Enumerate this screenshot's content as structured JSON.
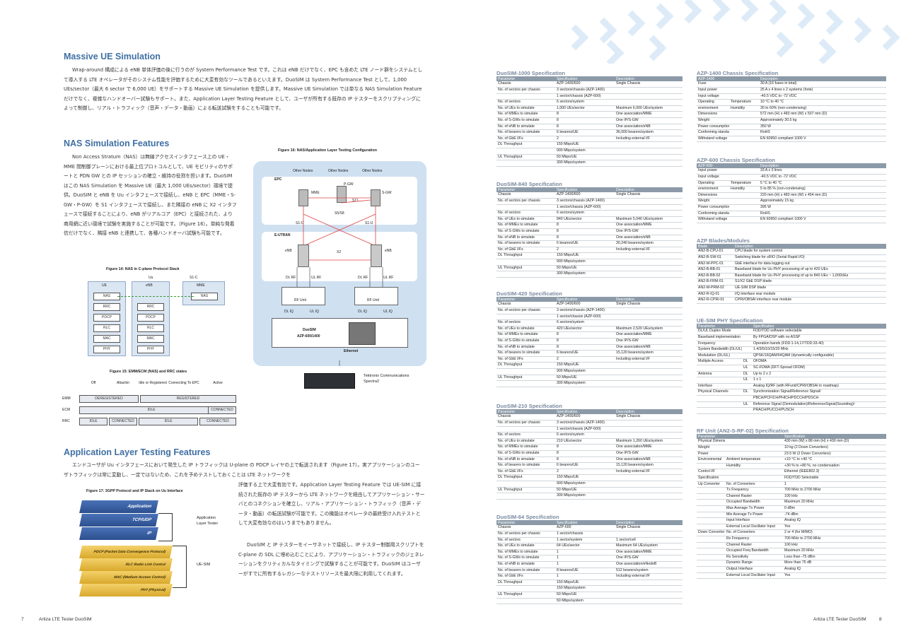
{
  "sections": {
    "massive": {
      "title": "Massive UE Simulation",
      "body": "Wrap-around 構成による eNB 単体評価の後に行うのが System Performance Test です。これは eNB だけでなく、EPC も含めた LTE ノード群をシステムとして導入する LTE オペレータがそのシステム性能を評価するために大変有効なツールであるといえます。DuoSIM は System Performance Test として、1,000 UEs/sector（最大 6 sector で 6,000 UE）をサポートする Massive UE Simulation を提供します。Massive UE Simulation では単なる NAS Simulation Feature だけでなく、複雑なハンドオーバー試験もサポート。また、Application Layer Testing Feature として、ユーザが所有する既存の IP テスターをスクリプティングによって制御し、リアル・トラフィック（音声・データ・動画）による転送試験をすることも可能です。"
    },
    "nas": {
      "title": "NAS Simulation Features",
      "body": "Non Access Stratum（NAS）は無線アクセスインタフェース上の UE・MME 間制御プレーンにおける最上位プロトコルとして、UE モビリティのサポートと PDN GW との IP セッションの確立・維持の役割を担います。DuoSIM はこの NAS Simulation を Massive UE（最大 1,000 UEs/sector）環境で提供。DuoSIM と eNB を Uu インタフェースで接続し、eNB と EPC（MME・S-GW・P-GW）を S1 インタフェースで接続し、また隣接の eNB に X2 インタフェースで接続することにより、eNB がリアルコア（EPC）と接続された、より商用網に近い環境で試験を実施することが可能です。（Figure 16）。単純な発着信だけでなく、隣接 eNB と連携して、各種ハンドオーバ試験も可能です。"
    },
    "app": {
      "title": "Application Layer Testing Features",
      "body1": "エンドユーザが Uu インタフェースにおいて発生した IP トラフィックは U-plane の PDCP レイヤの上で転送されます（Figure 17）。実アプリケーションのユーザトラフィックは常に変動し、一定ではないため、これを予めテストしておくことは LTE ネットワークを",
      "body2": "評価する上で大変有効です。Application Layer Testing Feature では UE-SIM に接続された既存の IP テスターから LTE ネットワークを経由してアプリケーション・サーバとのコネクションを確立し、リアル・アプリケーション・トラフィック（音声・データ・動画）の転送試験が可能です。この機能はオペレータの最終受け入れテストとして大変有効なのはいうまでもありません。",
      "body3": "DuoSIM と IP テスターをイーサネットで接続し、IP テスター制御用スクリプトを C-plane の SDL に埋め込むことにより、アプリケーション・トラフィックのジェネレーションをクリティカルなタイミングで試験することが可能です。DuoSIM はユーザーがすでに所有するレガシーなテストリソースを最大限に利用してくれます。"
    }
  },
  "figures": {
    "f16": {
      "caption": "Figure 16: NAS/Application Layer Testing Configuration",
      "epc": "EPC",
      "eutran": "E-UTRAN",
      "other_nodes": [
        "Other Nodes",
        "Other Nodes",
        "Other Nodes"
      ],
      "mme": "MME",
      "pgw": "P-GW",
      "sgw": "S-GW",
      "s11": "S11",
      "s5s8": "S5/S8",
      "s1c": "S1-C",
      "s1u": "S1-U",
      "enb": "eNB",
      "x2": "X2",
      "dlrf": "DL RF",
      "ulrf": "UL RF",
      "rfunit": "RF Unit",
      "dliq": "DL IQ",
      "uliq": "UL IQ",
      "duosim": "DuoSIM",
      "duosim_model": "AZP-600/1400",
      "ethernet": "Ethernet",
      "tektronix": "Tektronix Communications",
      "spectra": "Spectra2"
    },
    "f14": {
      "caption": "Figure 14: NAS in C-plane Protocol Stack",
      "uu": "Uu",
      "s1c": "S1-C",
      "ue": "UE",
      "enb": "eNB",
      "mme": "MME",
      "ue_layers": [
        "NAS",
        "RRC",
        "PDCP",
        "RLC",
        "MAC",
        "PHY"
      ],
      "enb_layers": [
        "RRC",
        "PDCP",
        "RLC",
        "MAC",
        "PHY"
      ],
      "mme_layers": [
        "NAS"
      ]
    },
    "f15": {
      "caption": "Figure 15: EMM/ECM (NAS) and RRC states",
      "cols": [
        "Off",
        "Attachin",
        "Idle or Registered",
        "Connecting To EPC",
        "Active"
      ],
      "rows": [
        {
          "label": "EMM",
          "cells": [
            "DEREGISTERED",
            "REGISTERED"
          ]
        },
        {
          "label": "ECM",
          "cells": [
            "IDLE",
            "CONNECTED"
          ]
        },
        {
          "label": "RRC",
          "cells": [
            "IDLE",
            "CONNECTED",
            "IDLE",
            "CONNECTED"
          ]
        }
      ]
    },
    "f17": {
      "caption": "Figure 17: 3GPP Protocol and IP Stack on Uu Interface",
      "top_layers": [
        "Application",
        "TCP/UDP",
        "IP"
      ],
      "bottom_layers": [
        "PDCP (Packet Data Convergence Protocol)",
        "RLC Radio Link Control",
        "MAC (Medium Access Control)",
        "PHY (Physical)"
      ],
      "label_top": "Application Layer Tester",
      "label_bottom": "UE-SIM"
    }
  },
  "footer": {
    "left_num": "7",
    "left_text": "Artiza LTE Tester DuoSIM",
    "right_text": "Artiza LTE Tester DuoSIM",
    "right_num": "8"
  },
  "tables": {
    "header": [
      "Parameter",
      "Specification",
      "Description"
    ],
    "t1000": {
      "title": "DuoSIM-1000 Specification",
      "rows": [
        [
          "Chassis",
          "AZP-1400/600",
          "Single Chassis"
        ],
        [
          "No. of sectors per chassis",
          "3 sectors/chassis (AZP-1400)",
          ""
        ],
        [
          "",
          "1 sector/chassis (AZP-600)",
          ""
        ],
        [
          "No. of sectors",
          "6 sectors/system",
          ""
        ],
        [
          "No. of UEs to simulate",
          "1,000 UEs/sector",
          "Maximum 6,000 UEs/system"
        ],
        [
          "No. of MMEs to simulate",
          "8",
          "One association/MME"
        ],
        [
          "No. of S-GWs to simulate",
          "8",
          "One IP/S-GW"
        ],
        [
          "No. of eNB to simulate",
          "8",
          "One association/eNB"
        ],
        [
          "No. of bearers to simulate",
          "6 bearers/UE",
          "36,000 bearers/system"
        ],
        [
          "No. of GbE I/Fs",
          "2",
          "Including external I/F"
        ],
        [
          "DL Throughput",
          "150 Mbps/UE",
          ""
        ],
        [
          "",
          "900 Mbps/system",
          ""
        ],
        [
          "UL Throughput",
          "50 Mbps/UE",
          ""
        ],
        [
          "",
          "300 Mbps/system",
          ""
        ]
      ]
    },
    "t840": {
      "title": "DuoSIM-840 Specification",
      "rows": [
        [
          "Chassis",
          "AZP-1400/600",
          "Single Chassis"
        ],
        [
          "No. of sectors per chassis",
          "3 sectors/chassis (AZP-1400)",
          ""
        ],
        [
          "",
          "1 sector/chassis (AZP-600)",
          ""
        ],
        [
          "No. of sectors",
          "6 sectors/system",
          ""
        ],
        [
          "No. of UEs to simulate",
          "840 UEs/sector",
          "Maximum 5,040 UEs/system"
        ],
        [
          "No. of MMEs to simulate",
          "8",
          "One association/MME"
        ],
        [
          "No. of S-GWs to simulate",
          "8",
          "One IP/S-GW"
        ],
        [
          "No. of eNB to simulate",
          "8",
          "One association/eNB"
        ],
        [
          "No. of bearers to simulate",
          "6 bearers/UE",
          "30,240 bearers/system"
        ],
        [
          "No. of GbE I/Fs",
          "2",
          "Including external I/F"
        ],
        [
          "DL Throughput",
          "150 Mbps/UE",
          ""
        ],
        [
          "",
          "900 Mbps/system",
          ""
        ],
        [
          "UL Throughput",
          "50 Mbps/UE",
          ""
        ],
        [
          "",
          "300 Mbps/system",
          ""
        ]
      ]
    },
    "t420": {
      "title": "DuoSIM-420 Specification",
      "rows": [
        [
          "Chassis",
          "AZP-1400/600",
          "Single Chassis"
        ],
        [
          "No. of sectors per chassis",
          "3 sectors/chassis (AZP-1400)",
          ""
        ],
        [
          "",
          "1 sector/chassis (AZP-600)",
          ""
        ],
        [
          "No. of sectors",
          "6 sectors/system",
          ""
        ],
        [
          "No. of UEs to simulate",
          "420 UEs/sector",
          "Maximum 2,520 UEs/system"
        ],
        [
          "No. of MMEs to simulate",
          "8",
          "One association/MME"
        ],
        [
          "No. of S-GWs to simulate",
          "8",
          "One IP/S-GW"
        ],
        [
          "No. of eNB to simulate",
          "8",
          "One association/eNB"
        ],
        [
          "No. of bearers to simulate",
          "6 bearers/UE",
          "15,120 bearers/system"
        ],
        [
          "No. of GbE I/Fs",
          "2",
          "Including external I/F"
        ],
        [
          "DL Throughput",
          "150 Mbps/UE",
          ""
        ],
        [
          "",
          "900 Mbps/system",
          ""
        ],
        [
          "UL Throughput",
          "50 Mbps/UE",
          ""
        ],
        [
          "",
          "300 Mbps/system",
          ""
        ]
      ]
    },
    "t210": {
      "title": "DuoSIM-210 Specification",
      "rows": [
        [
          "Chassis",
          "AZP-1400/600",
          "Single Chassis"
        ],
        [
          "No. of sectors per chassis",
          "3 sectors/chassis (AZP-1400)",
          ""
        ],
        [
          "",
          "1 sector/chassis (AZP-600)",
          ""
        ],
        [
          "No. of sectors",
          "6 sectors/system",
          ""
        ],
        [
          "No. of UEs to simulate",
          "210 UEs/sector",
          "Maximum 1,260 UEs/system"
        ],
        [
          "No. of MMEs to simulate",
          "8",
          "One association/MME"
        ],
        [
          "No. of S-GWs to simulate",
          "8",
          "One IP/S-GW"
        ],
        [
          "No. of eNB to simulate",
          "8",
          "One association/eNB"
        ],
        [
          "No. of bearers to simulate",
          "6 bearers/UE",
          "15,120 bearers/system"
        ],
        [
          "No. of GbE I/Fs",
          "2",
          "Including external I/F"
        ],
        [
          "DL Throughput",
          "150 Mbps/UE",
          ""
        ],
        [
          "",
          "900 Mbps/system",
          ""
        ],
        [
          "UL Throughput",
          "50 Mbps/UE",
          ""
        ],
        [
          "",
          "300 Mbps/system",
          ""
        ]
      ]
    },
    "t64": {
      "title": "DuoSIM-64 Specification",
      "rows": [
        [
          "Chassis",
          "AZP-600",
          "Single Chassis"
        ],
        [
          "No. of sectors per chassis",
          "1 sector/chassis",
          ""
        ],
        [
          "No. of sectors",
          "1 sector/system",
          "1 sector/cell"
        ],
        [
          "No. of UEs to simulate",
          "64 UEs/sector",
          "Maximum 64 UEs/system"
        ],
        [
          "No. of MMEs to simulate",
          "1",
          "One association/MME"
        ],
        [
          "No. of S-GWs to simulate",
          "1",
          "One IP/S-GW"
        ],
        [
          "No. of eNB to simulate",
          "1",
          "One association/eNodeB"
        ],
        [
          "No. of bearers to simulate",
          "8 bearers/UE",
          "512 bearers/system"
        ],
        [
          "No. of GbE I/Fs",
          "1",
          "Including external I/F"
        ],
        [
          "DL Throughput",
          "150 Mbps/UE",
          ""
        ],
        [
          "",
          "150 Mbps/system",
          ""
        ],
        [
          "UL Throughput",
          "50 Mbps/UE",
          ""
        ],
        [
          "",
          "50 Mbps/system",
          ""
        ]
      ]
    },
    "azp1400": {
      "title": "AZP-1400 Chassis Specification",
      "header": [
        "AZP-1400",
        "Descripton"
      ],
      "rows": [
        [
          "Fuse",
          "",
          "30 A (16 fuses in total)"
        ],
        [
          "Input power",
          "",
          "25 A x 4 lines x 2 systems (hote)"
        ],
        [
          "Input voltage",
          "",
          "-40.5 VDC to -72 VDC"
        ],
        [
          "Operating",
          "Temperature",
          "10 °C to 40 °C"
        ],
        [
          "environment",
          "Humidity",
          "30 to 60% (non-condensing)"
        ],
        [
          "Dimensions",
          "",
          "572 mm (H) x 483 mm (W) x 507 mm (D)"
        ],
        [
          "Weight",
          "",
          "Approximately 30.5 kg"
        ],
        [
          "Power consumption",
          "",
          "350 W"
        ],
        [
          "Conforming standard",
          "",
          "RoHS"
        ],
        [
          "Withstand voltage",
          "",
          "EN 60950 compliant 1000 V"
        ]
      ]
    },
    "azp600": {
      "title": "AZP-600 Chassis Specification",
      "header": [
        "AZP-600",
        "Description"
      ],
      "rows": [
        [
          "Input power",
          "",
          "33 A x 3 lines"
        ],
        [
          "Input voltage",
          "",
          "-40.5 VDC to -72 VDC"
        ],
        [
          "Operating",
          "Temperature",
          "5 °C to 40 °C"
        ],
        [
          "environment",
          "Humidity",
          "5 to 85 % (non-condensing)"
        ],
        [
          "Dimensions",
          "",
          "220 mm (H) x 483 mm (W) x 454 mm (D)"
        ],
        [
          "Weight",
          "",
          "Approximately 15 kg"
        ],
        [
          "Power consumption",
          "",
          "395 W"
        ],
        [
          "Conforming standard",
          "",
          "RoHS"
        ],
        [
          "Withstand voltage",
          "",
          "EN 60950 compliant 1000 V"
        ]
      ]
    },
    "blades": {
      "title": "AZP Blades/Modules",
      "header": [
        "Blade",
        "Description"
      ],
      "rows": [
        [
          "AN2-B-CPU-01",
          "CPU blade for system control"
        ],
        [
          "AN2-B-SW-01",
          "Switching blade for sRIO (Serial Rapid I/O)"
        ],
        [
          "AN2-M-PPC-01",
          "GbE interface for data logging out"
        ],
        [
          "AN2-B-BB-01",
          "Baseband blade for Uu PHY processing of up to 420 UEs"
        ],
        [
          "AN2-B-BB-02",
          "Baseband blade for Uu PHY processing of up to 840 UEs ~ 1,000UEs"
        ],
        [
          "AN2-B-FRM-01",
          "S1/X2 GbE DSP blade"
        ],
        [
          "AN2-M-PRM-02",
          "UE-SIM DSP blade"
        ],
        [
          "AN2-R-IQ-01",
          "I/Q interface rear module"
        ],
        [
          "AN2-R-CPRI-01",
          "CPRI/OBSAI interface rear module"
        ]
      ]
    },
    "phy": {
      "title": "UE-SIM PHY Specification",
      "header": [
        "Parameter",
        "Specification"
      ],
      "rows": [
        [
          "DL/UL Duplex Mode",
          "",
          "FDD/TDD software selectable"
        ],
        [
          "Baseband implementation",
          "",
          "By FPGA/DSP with no ASSP"
        ],
        [
          "Frequency",
          "",
          "Operation bands (FDD:1-14,17/TDD:33-40)"
        ],
        [
          "System Bandwidth (DL/UL)",
          "",
          "1.4/3/5/10/15/20 MHz"
        ],
        [
          "Modulation (DL/UL)",
          "",
          "QPSK/16QAM/64QAM (dynamically configurable)"
        ],
        [
          "Multiple Access",
          "DL",
          "OFDMA"
        ],
        [
          "",
          "UL",
          "SC-FDMA (DFT-Spread OFDM)"
        ],
        [
          "Antenna",
          "DL",
          "Up to 2 x 2"
        ],
        [
          "",
          "UL",
          "1 x 1"
        ],
        [
          "Interface",
          "",
          "Analog IQ/RF (with RFunit/CPRI/OBSAI in roadmap)"
        ],
        [
          "Physical Channels",
          "DL",
          "Synchronization Signal/Reference Signal/"
        ],
        [
          "",
          "",
          "PBCH/PCFICH/PHICH/PDCCH/PDSCH"
        ],
        [
          "",
          "UL",
          "Reference Signal (Demodulation)/ReferenceSignal(Sounding)/"
        ],
        [
          "",
          "",
          "PRACH/PUCCH/PUSCH"
        ]
      ]
    },
    "rf": {
      "title": "RF Unit (AN2-S-RF-02) Specification",
      "header": [
        "Parameter",
        "Specification"
      ],
      "rows": [
        [
          "Physical Dimensions",
          "",
          "430 mm (W) x 88 mm (H) x 430 mm (D)"
        ],
        [
          "Weight",
          "",
          "10 kg (2 Down Converters)"
        ],
        [
          "Power",
          "",
          "23.5 W (2 Down Converters)"
        ],
        [
          "Environmental",
          "Ambient temperature",
          "+10 °C to +40 °C"
        ],
        [
          "",
          "Humidity",
          "+30 % to +80 %, no condensation"
        ],
        [
          "Control I/F",
          "",
          "Ethernet (IEEE802.3)"
        ],
        [
          "Specification",
          "",
          "FDD/TDD Selectable"
        ],
        [
          "Up Converter",
          "No. of Converters",
          "1"
        ],
        [
          "",
          "Tx Frequency",
          "700 MHz to 2700 MHz"
        ],
        [
          "",
          "Channel Raster",
          "100 kHz"
        ],
        [
          "",
          "Occupied Bandwidth",
          "Maximum 20 MHz"
        ],
        [
          "",
          "Max Average Tx Power",
          "0 dBm"
        ],
        [
          "",
          "Min Average Tx Power",
          "-74 dBm"
        ],
        [
          "",
          "Input Interface",
          "Analog IQ"
        ],
        [
          "",
          "External Local Oscillator Input",
          "Yes"
        ],
        [
          "Down Converter",
          "No. of Converters",
          "2 or 4 (for MIMO)"
        ],
        [
          "",
          "Rx Frequency",
          "700 MHz to 2700 MHz"
        ],
        [
          "",
          "Channel Raster",
          "100 kHz"
        ],
        [
          "",
          "Occupied Freq Bandwidth",
          "Maximum 20 MHz"
        ],
        [
          "",
          "Rx Sensitivity",
          "Less than -75 dBm"
        ],
        [
          "",
          "Dynamic Range",
          "More than 75 dB"
        ],
        [
          "",
          "Output Interface",
          "Analog IQ"
        ],
        [
          "",
          "External Local Oscillator Input",
          "Yes"
        ]
      ]
    }
  }
}
